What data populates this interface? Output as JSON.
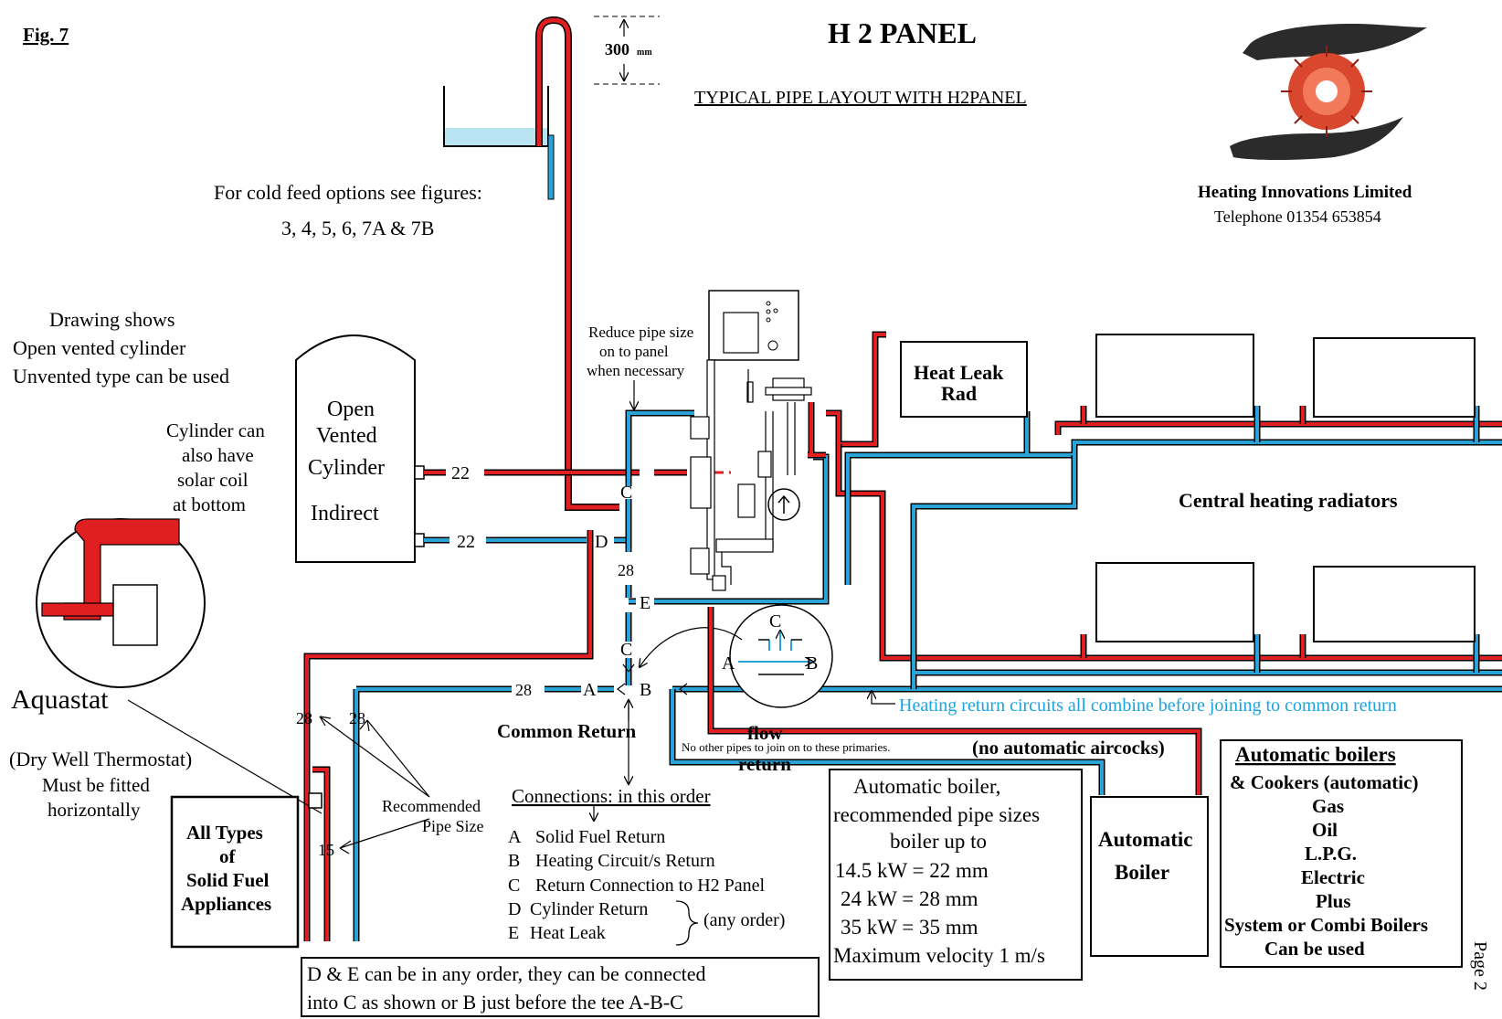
{
  "header": {
    "fig_label": "Fig. 7",
    "title": "H 2 PANEL",
    "subtitle": "TYPICAL PIPE LAYOUT WITH H2PANEL",
    "company": "Heating Innovations Limited",
    "telephone": "Telephone 01354 653854",
    "page": "Page 2"
  },
  "colors": {
    "flow": "#e02020",
    "return": "#2aa3d9",
    "water": "#b8e4f2",
    "pipe_outline": "#000000",
    "return_note": "#1aa3e0"
  },
  "header_tank": {
    "height_label": "300",
    "height_unit": "mm"
  },
  "cold_feed": {
    "line1": "For cold feed options see figures:",
    "line2": "3, 4, 5, 6, 7A & 7B"
  },
  "cylinder_note": {
    "line1": "Drawing shows",
    "line2": "Open vented cylinder",
    "line3": "Unvented type can be used"
  },
  "cylinder": {
    "line1": "Open",
    "line2": "Vented",
    "line3": "Cylinder",
    "line4": "Indirect"
  },
  "solar_note": {
    "line1": "Cylinder can",
    "line2": "also have",
    "line3": "solar coil",
    "line4": "at bottom"
  },
  "reduce_note": {
    "line1": "Reduce pipe size",
    "line2": "on to panel",
    "line3": "when necessary"
  },
  "aquastat": {
    "label": "Aquastat",
    "line1": "(Dry Well Thermostat)",
    "line2": "Must be fitted",
    "line3": "horizontally"
  },
  "solid_fuel": {
    "line1": "All Types",
    "line2": "of",
    "line3": "Solid Fuel",
    "line4": "Appliances"
  },
  "recommended": {
    "line1": "Recommended",
    "line2": "Pipe Size"
  },
  "pipe_sizes": {
    "cyl_flow": "22",
    "cyl_return": "22",
    "vertical": "28",
    "common_return": "28",
    "sf_flow": "28",
    "sf_return": "28",
    "sf_small": "15"
  },
  "letters": {
    "a": "A",
    "b": "B",
    "c": "C",
    "d": "D",
    "e": "E"
  },
  "common_return_label": "Common Return",
  "connections": {
    "heading": "Connections: in this order",
    "items": [
      {
        "letter": "A",
        "text": "Solid Fuel Return"
      },
      {
        "letter": "B",
        "text": "Heating Circuit/s Return"
      },
      {
        "letter": "C",
        "text": "Return Connection to H2 Panel"
      },
      {
        "letter": "D",
        "text": "Cylinder Return"
      },
      {
        "letter": "E",
        "text": "Heat Leak"
      }
    ],
    "any_order": "(any order)"
  },
  "de_note": {
    "line1": "D & E can be in any order, they can be connected",
    "line2": "into C as shown or B just before the tee A-B-C"
  },
  "heat_leak": {
    "line1": "Heat Leak",
    "line2": "Rad"
  },
  "radiators_label": "Central heating radiators",
  "return_note": "Heating return circuits all combine before joining to common return",
  "primaries": {
    "flow": "flow",
    "return": "return",
    "note": "No other pipes to join on to these primaries.",
    "aircocks": "(no automatic aircocks)"
  },
  "auto_boiler_sizes": {
    "lines": [
      "Automatic boiler,",
      "recommended pipe sizes",
      "boiler up to",
      "14.5 kW = 22 mm",
      "24 kW = 28 mm",
      "35 kW = 35 mm",
      "Maximum velocity 1 m/s"
    ]
  },
  "auto_boiler": {
    "line1": "Automatic",
    "line2": "Boiler"
  },
  "auto_list": {
    "heading": "Automatic boilers",
    "lines": [
      "& Cookers (automatic)",
      "Gas",
      "Oil",
      "L.P.G.",
      "Electric",
      "Plus",
      "System or Combi Boilers",
      "Can be used"
    ]
  }
}
